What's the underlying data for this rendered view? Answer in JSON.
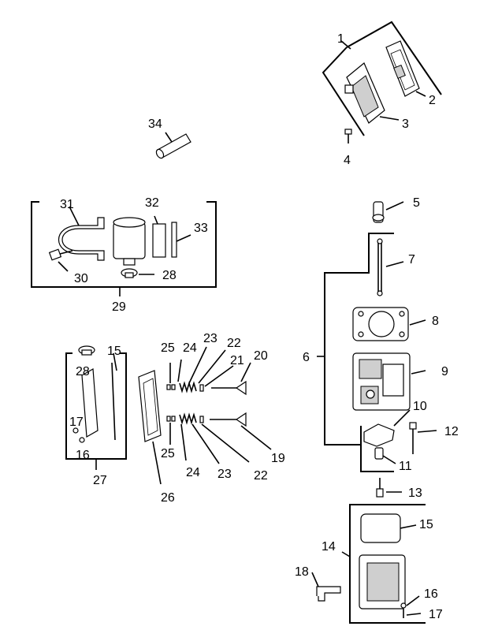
{
  "labels": {
    "l1": "1",
    "l2": "2",
    "l3": "3",
    "l4": "4",
    "l5": "5",
    "l6": "6",
    "l7": "7",
    "l8": "8",
    "l9": "9",
    "l10": "10",
    "l11": "11",
    "l12": "12",
    "l13": "13",
    "l14": "14",
    "l15a": "15",
    "l15b": "15",
    "l16a": "16",
    "l16b": "16",
    "l17a": "17",
    "l17b": "17",
    "l18": "18",
    "l19": "19",
    "l20": "20",
    "l21": "21",
    "l22a": "22",
    "l22b": "22",
    "l23a": "23",
    "l23b": "23",
    "l24a": "24",
    "l24b": "24",
    "l25a": "25",
    "l25b": "25",
    "l26": "26",
    "l27": "27",
    "l28a": "28",
    "l28b": "28",
    "l29": "29",
    "l30": "30",
    "l31": "31",
    "l32": "32",
    "l33": "33",
    "l34": "34"
  },
  "colors": {
    "ink": "#000000",
    "paper": "#ffffff",
    "shade": "#cfcfcf"
  }
}
